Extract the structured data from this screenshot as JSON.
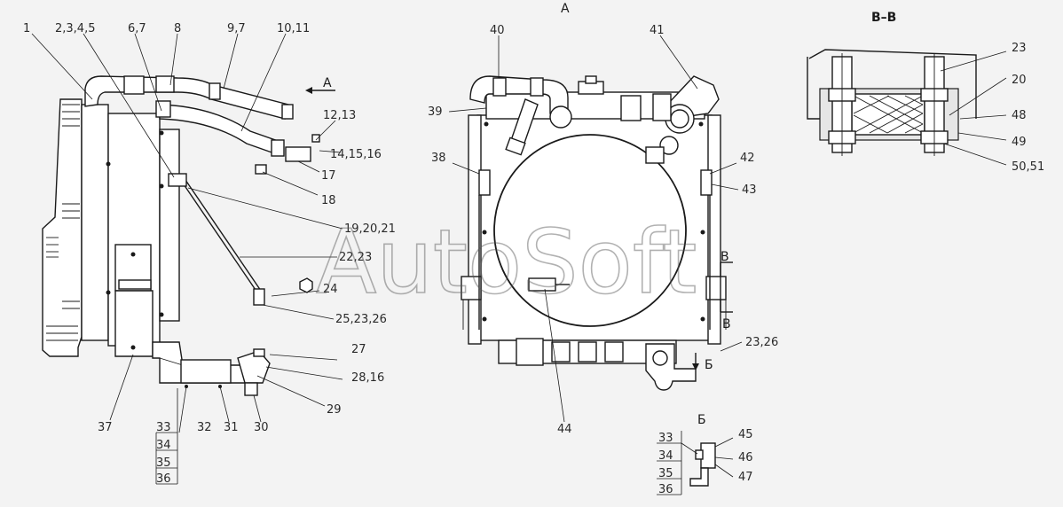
{
  "views": {
    "a_title": "А",
    "vv_title": "В–В",
    "b_title": "Б",
    "arrow_a": "А",
    "cut_b": "В",
    "arrow_bb": "Б"
  },
  "callouts": {
    "c1": "1",
    "c2": "2,3,4,5",
    "c6": "6,7",
    "c8": "8",
    "c9": "9,7",
    "c10": "10,11",
    "c12": "12,13",
    "c14": "14,15,16",
    "c17": "17",
    "c18": "18",
    "c19": "19,20,21",
    "c22": "22,23",
    "c24": "24",
    "c25": "25,23,26",
    "c27": "27",
    "c28": "28,16",
    "c29": "29",
    "c30": "30",
    "c31": "31",
    "c32": "32",
    "c37": "37",
    "c33": "33",
    "c34": "34",
    "c35": "35",
    "c36": "36",
    "c38": "38",
    "c39": "39",
    "c40": "40",
    "c41": "41",
    "c42": "42",
    "c43": "43",
    "c44": "44",
    "c2326": "23,26",
    "c45": "45",
    "c46": "46",
    "c47": "47",
    "b33": "33",
    "b34": "34",
    "b35": "35",
    "b36": "36",
    "v23": "23",
    "v20": "20",
    "v48": "48",
    "v49": "49",
    "v50": "50,51"
  },
  "watermark": "AutoSoft"
}
